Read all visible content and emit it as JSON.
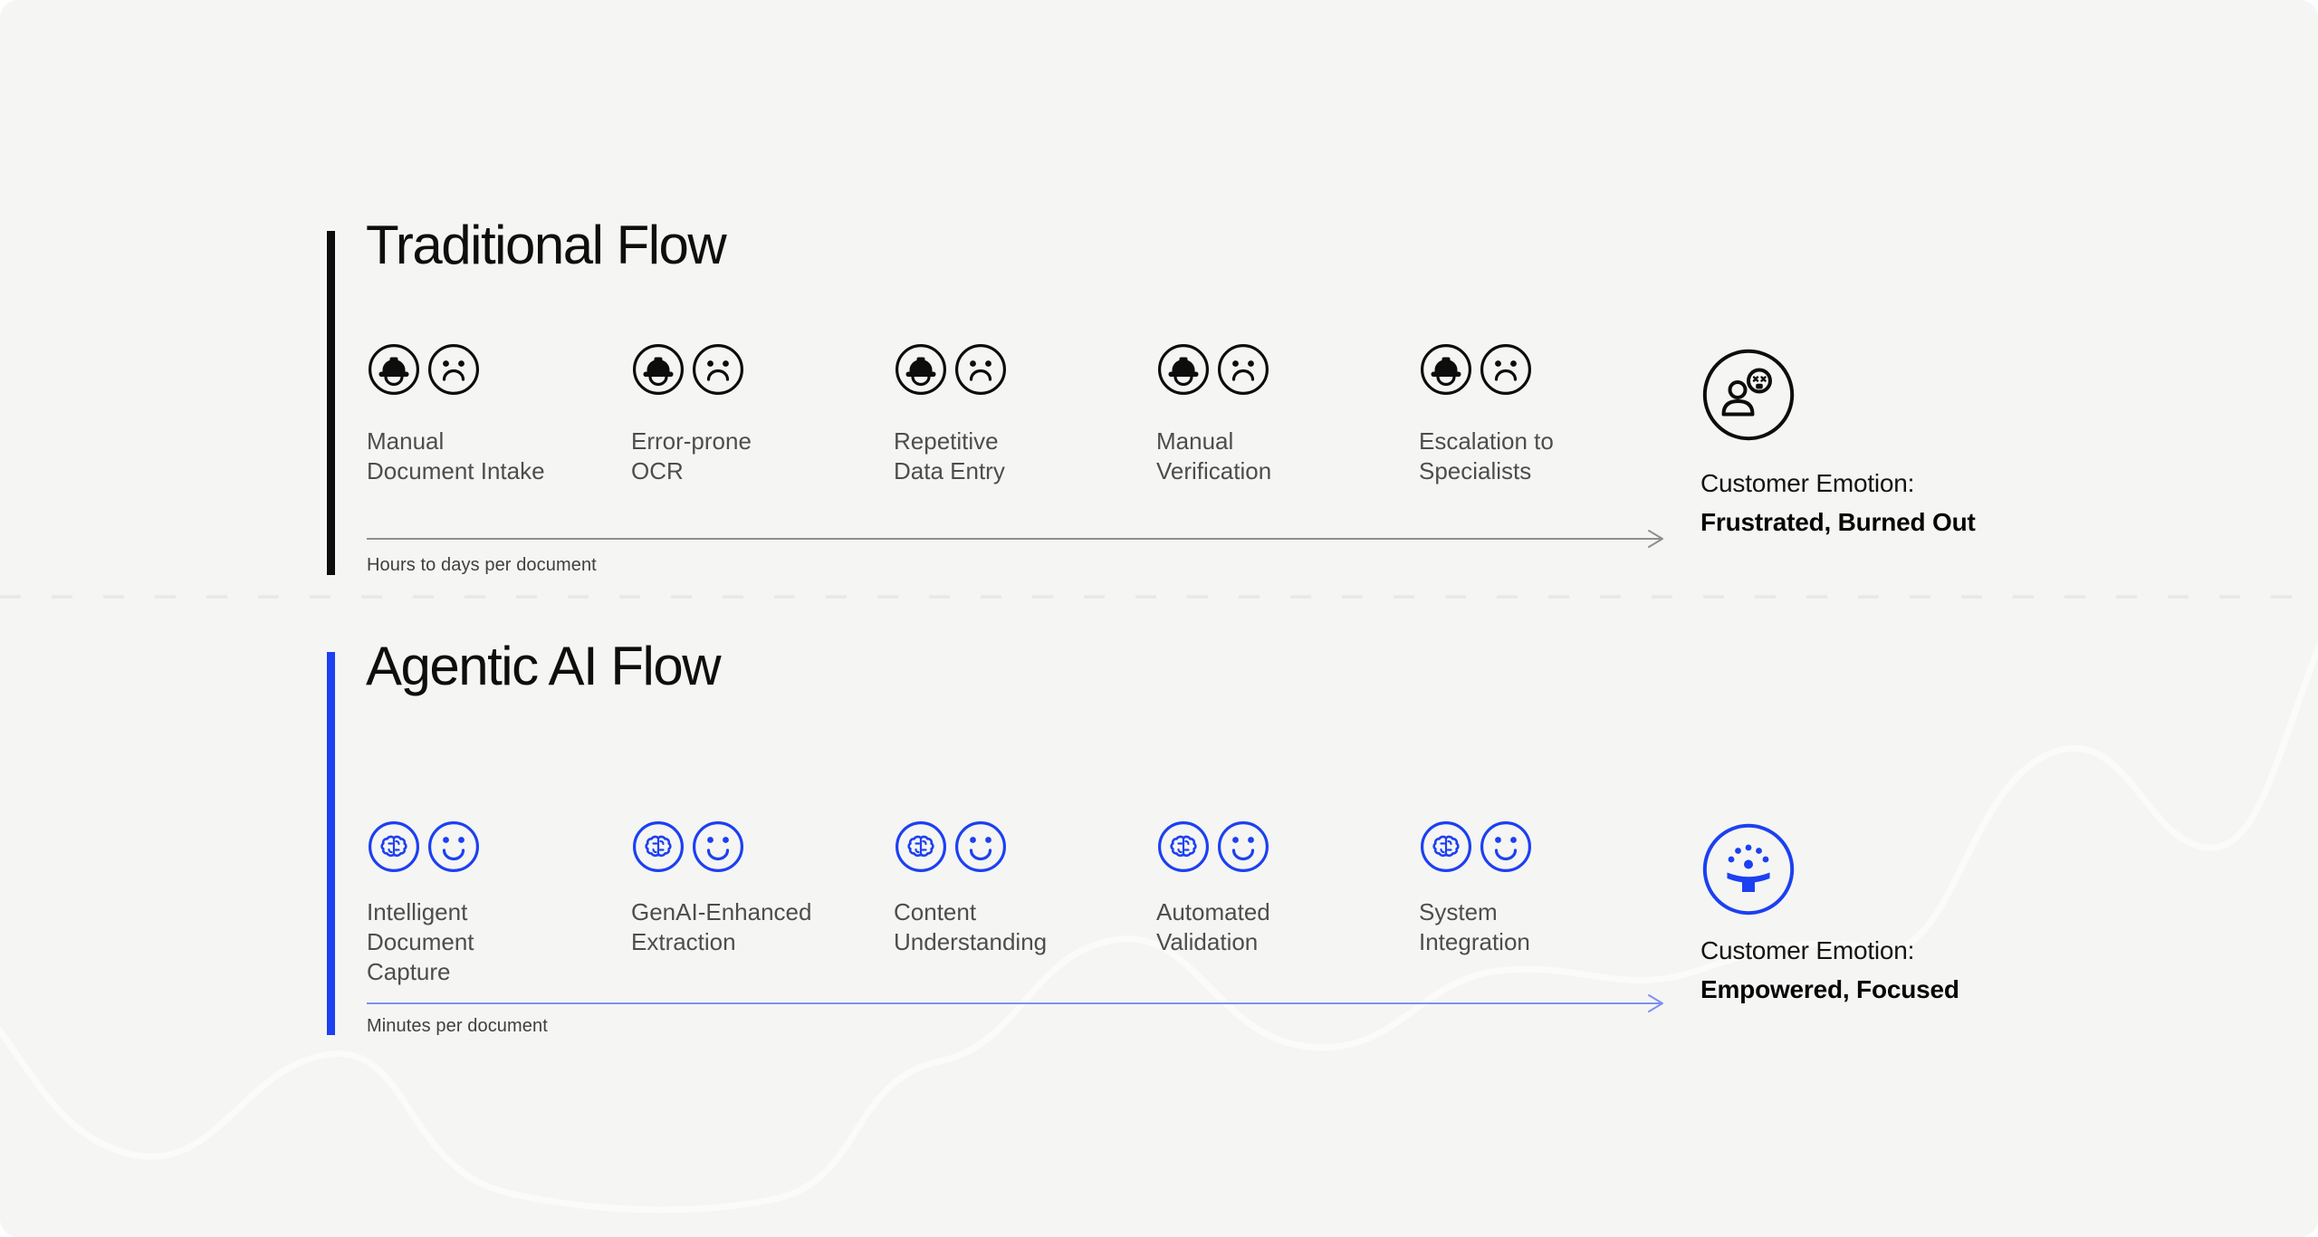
{
  "page": {
    "background": "#ffffff",
    "panel_background": "#f5f5f3"
  },
  "colors": {
    "traditional_accent": "#0d0d0d",
    "agentic_accent": "#1c40f2",
    "step_label_gray": "#4d4d4d",
    "caption_gray": "#3f3f3f",
    "arrow_gray": "#8f8f8f",
    "arrow_blue": "#7e91f2",
    "divider_dash": "#e8e8e6",
    "background_wave": "#fbfbfa"
  },
  "sections": [
    {
      "title": "Traditional Flow",
      "step_icons": [
        "hard-hat-icon",
        "sad-face-icon"
      ],
      "steps": [
        {
          "label_lines": [
            "Manual",
            "Document Intake"
          ]
        },
        {
          "label_lines": [
            "Error-prone",
            "OCR"
          ]
        },
        {
          "label_lines": [
            "Repetitive",
            "Data Entry"
          ]
        },
        {
          "label_lines": [
            "Manual",
            "Verification"
          ]
        },
        {
          "label_lines": [
            "Escalation to",
            "Specialists"
          ]
        }
      ],
      "timeline_caption": "Hours to days per document",
      "emotion": {
        "icon": "burned-out-person-icon",
        "prefix": "Customer Emotion:",
        "value": "Frustrated, Burned Out"
      }
    },
    {
      "title": "Agentic AI Flow",
      "step_icons": [
        "brain-icon",
        "smiley-face-icon"
      ],
      "steps": [
        {
          "label_lines": [
            "Intelligent",
            "Document",
            "Capture"
          ]
        },
        {
          "label_lines": [
            "GenAI-Enhanced",
            "Extraction"
          ]
        },
        {
          "label_lines": [
            "Content",
            "Understanding"
          ]
        },
        {
          "label_lines": [
            "Automated",
            "Validation"
          ]
        },
        {
          "label_lines": [
            "System",
            "Integration"
          ]
        }
      ],
      "timeline_caption": "Minutes per document",
      "emotion": {
        "icon": "empowered-person-icon",
        "prefix": "Customer Emotion:",
        "value": "Empowered, Focused"
      }
    }
  ]
}
